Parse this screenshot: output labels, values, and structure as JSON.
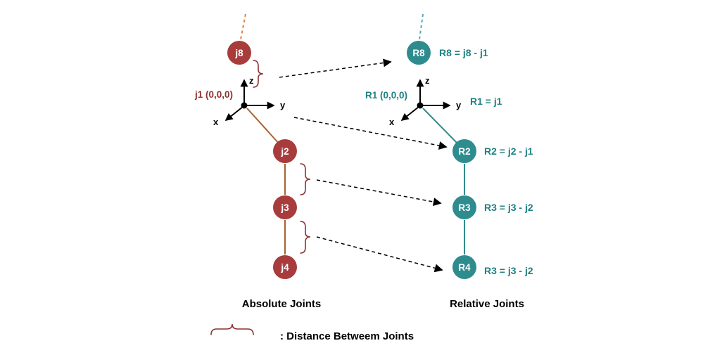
{
  "figure": {
    "description_left": "Absolute joint coordinate skeleton",
    "description_right": "Relative joint coordinate skeleton"
  },
  "colors": {
    "absolute_node": "#a83c3c",
    "absolute_line": "#a9612f",
    "absolute_text": "#8e3030",
    "absolute_dash": "#e2823b",
    "relative_node": "#2f8c8e",
    "relative_text": "#1f8183",
    "relative_dash": "#54a8bc",
    "axis": "#000000"
  },
  "absolute": {
    "section_label": "Absolute Joints",
    "origin_label": "j1 (0,0,0)",
    "axes": {
      "x": "x",
      "y": "y",
      "z": "z"
    },
    "nodes": [
      {
        "label": "j8"
      },
      {
        "label": "j2"
      },
      {
        "label": "j3"
      },
      {
        "label": "j4"
      }
    ]
  },
  "relative": {
    "section_label": "Relative Joints",
    "origin_label": "R1 (0,0,0)",
    "origin_equation": "R1 = j1",
    "axes": {
      "x": "x",
      "y": "y",
      "z": "z"
    },
    "nodes": [
      {
        "label": "R8",
        "equation": "R8 = j8 - j1"
      },
      {
        "label": "R2",
        "equation": "R2 = j2 - j1"
      },
      {
        "label": "R3",
        "equation": "R3 = j3 - j2"
      },
      {
        "label": "R4",
        "equation": "R3 = j3 - j2"
      }
    ]
  },
  "legend": {
    "label": ": Distance Betweem Joints"
  }
}
